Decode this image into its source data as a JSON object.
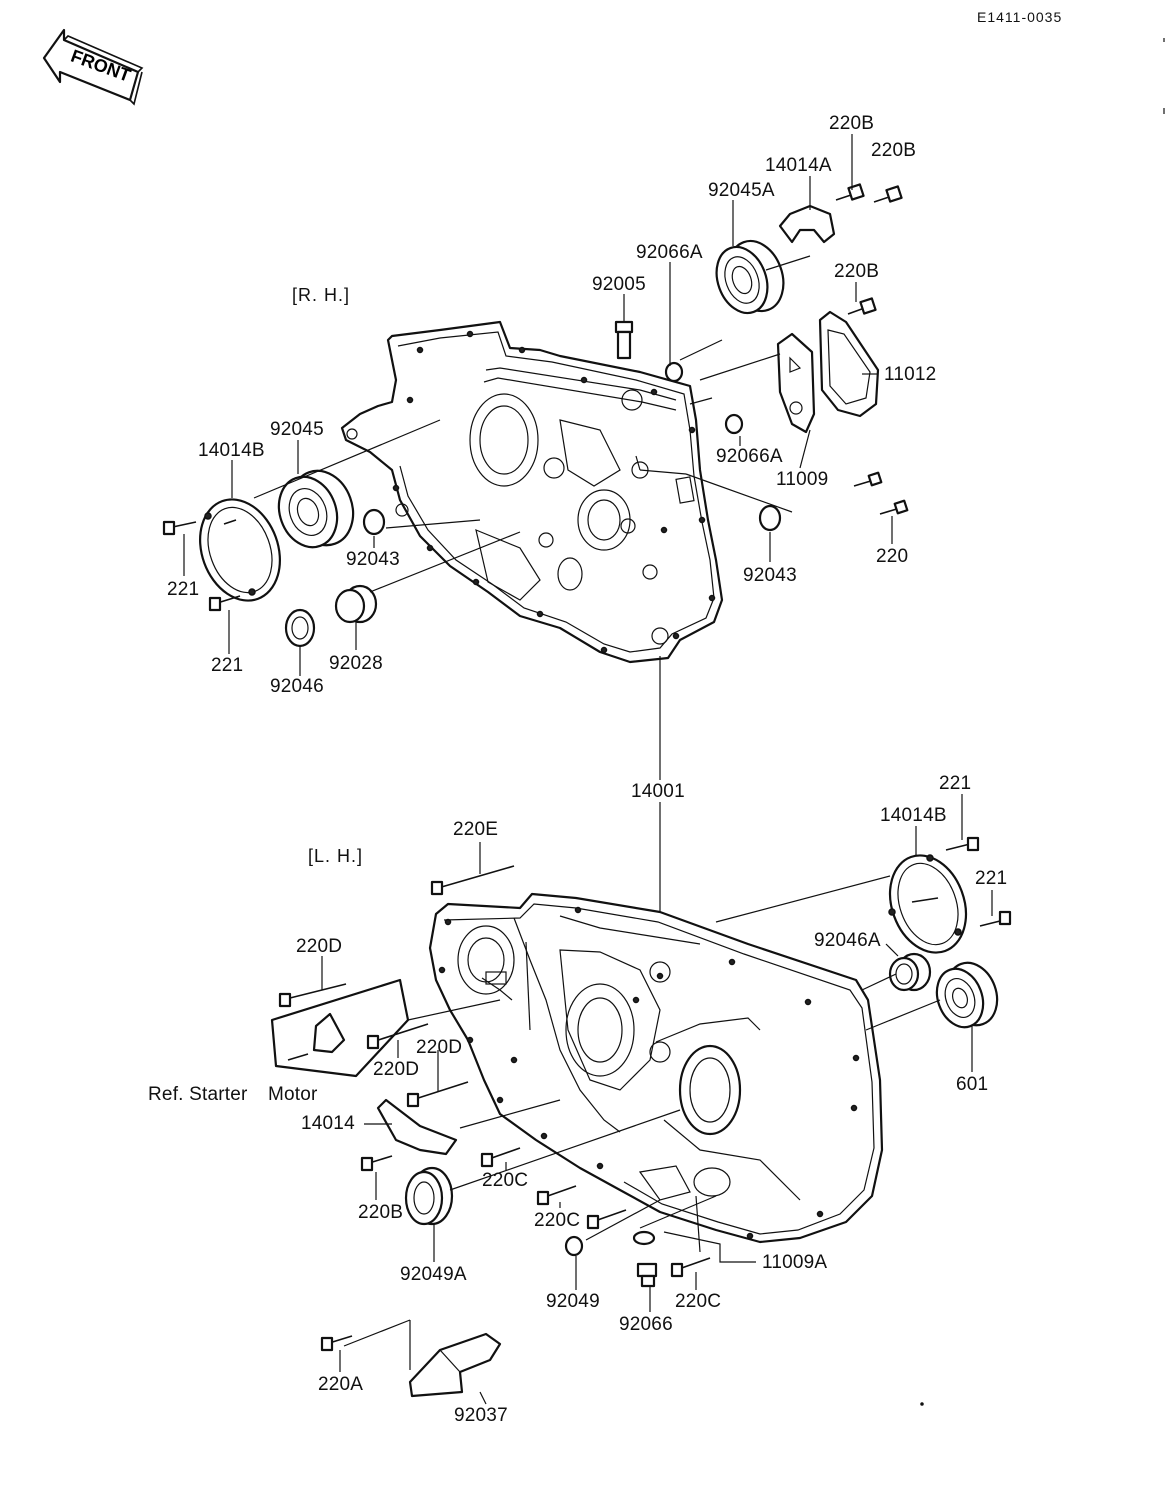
{
  "diagram_code": "E1411-0035",
  "front_badge": "FRONT",
  "sections": {
    "right_hand": "[R. H.]",
    "left_hand": "[L. H.]"
  },
  "ref_note": {
    "ref": "Ref. Starter",
    "motor": "Motor"
  },
  "part_labels": {
    "p220B_top1": "220B",
    "p220B_top2": "220B",
    "p14014A": "14014A",
    "p92045A": "92045A",
    "p92066A_top": "92066A",
    "p92005": "92005",
    "p220B_mid": "220B",
    "p11012": "11012",
    "p92066A_mid": "92066A",
    "p11009": "11009",
    "p220_right": "220",
    "p92043_right": "92043",
    "p92045": "92045",
    "p14014B_left": "14014B",
    "p92043_left": "92043",
    "p221_a": "221",
    "p221_b": "221",
    "p92028": "92028",
    "p92046": "92046",
    "p14001": "14001",
    "p220E": "220E",
    "p221_c": "221",
    "p14014B_right": "14014B",
    "p221_d": "221",
    "p92046A": "92046A",
    "p220D_a": "220D",
    "p220D_b": "220D",
    "p220D_c": "220D",
    "p601": "601",
    "p14014": "14014",
    "p220B_low": "220B",
    "p220C_a": "220C",
    "p220C_b": "220C",
    "p11009A": "11009A",
    "p92049A": "92049A",
    "p92049": "92049",
    "p220C_c": "220C",
    "p92066": "92066",
    "p220A": "220A",
    "p92037": "92037"
  }
}
